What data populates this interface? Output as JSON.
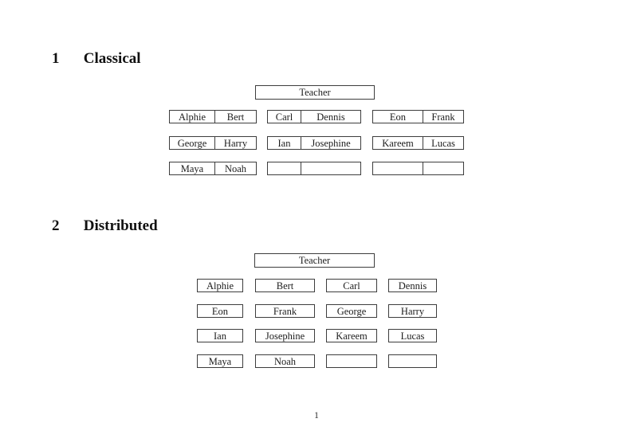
{
  "page_number": "1",
  "colors": {
    "border": "#3d3d3d",
    "text": "#1c1c1c",
    "background": "#ffffff"
  },
  "sections": [
    {
      "number": "1",
      "title": "Classical",
      "teacher_label": "Teacher",
      "desks": [
        [
          "Alphie",
          "Bert"
        ],
        [
          "Carl",
          "Dennis"
        ],
        [
          "Eon",
          "Frank"
        ],
        [
          "George",
          "Harry"
        ],
        [
          "Ian",
          "Josephine"
        ],
        [
          "Kareem",
          "Lucas"
        ],
        [
          "Maya",
          "Noah"
        ],
        [
          "",
          ""
        ],
        [
          "",
          ""
        ]
      ]
    },
    {
      "number": "2",
      "title": "Distributed",
      "teacher_label": "Teacher",
      "seats": [
        "Alphie",
        "Bert",
        "Carl",
        "Dennis",
        "Eon",
        "Frank",
        "George",
        "Harry",
        "Ian",
        "Josephine",
        "Kareem",
        "Lucas",
        "Maya",
        "Noah",
        "",
        ""
      ]
    }
  ]
}
